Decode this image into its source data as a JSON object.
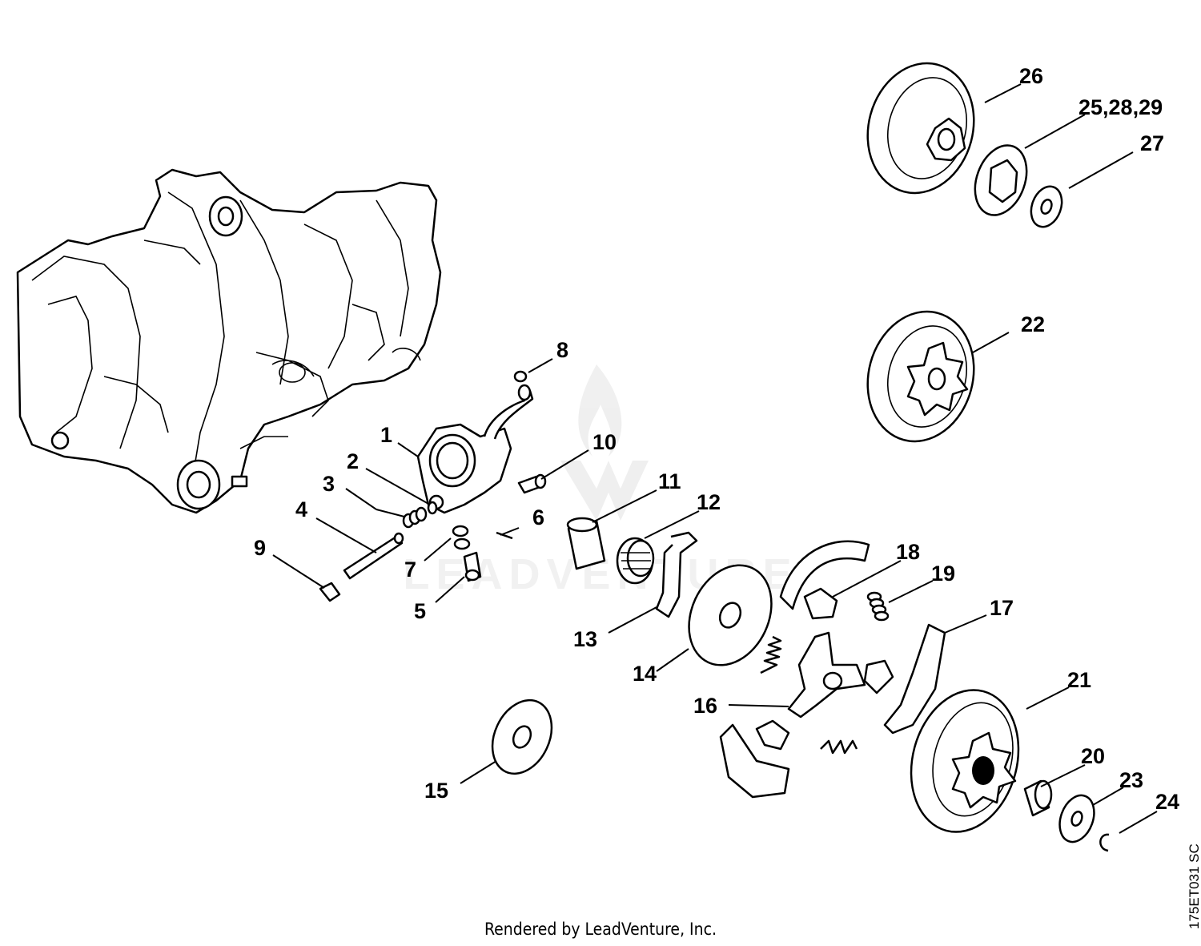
{
  "footer": {
    "rendered_by": "Rendered by LeadVenture, Inc."
  },
  "drawing_code": "175ET031 SC",
  "watermark": {
    "text": "LEADVENTURE"
  },
  "callouts": [
    {
      "id": "1",
      "label": "1"
    },
    {
      "id": "2",
      "label": "2"
    },
    {
      "id": "3",
      "label": "3"
    },
    {
      "id": "4",
      "label": "4"
    },
    {
      "id": "5",
      "label": "5"
    },
    {
      "id": "6",
      "label": "6"
    },
    {
      "id": "7",
      "label": "7"
    },
    {
      "id": "8",
      "label": "8"
    },
    {
      "id": "9",
      "label": "9"
    },
    {
      "id": "10",
      "label": "10"
    },
    {
      "id": "11",
      "label": "11"
    },
    {
      "id": "12",
      "label": "12"
    },
    {
      "id": "13",
      "label": "13"
    },
    {
      "id": "14",
      "label": "14"
    },
    {
      "id": "15",
      "label": "15"
    },
    {
      "id": "16",
      "label": "16"
    },
    {
      "id": "17",
      "label": "17"
    },
    {
      "id": "18",
      "label": "18"
    },
    {
      "id": "19",
      "label": "19"
    },
    {
      "id": "20",
      "label": "20"
    },
    {
      "id": "21",
      "label": "21"
    },
    {
      "id": "22",
      "label": "22"
    },
    {
      "id": "23",
      "label": "23"
    },
    {
      "id": "24",
      "label": "24"
    },
    {
      "id": "25_28_29",
      "label": "25,28,29"
    },
    {
      "id": "26",
      "label": "26"
    },
    {
      "id": "27",
      "label": "27"
    }
  ]
}
